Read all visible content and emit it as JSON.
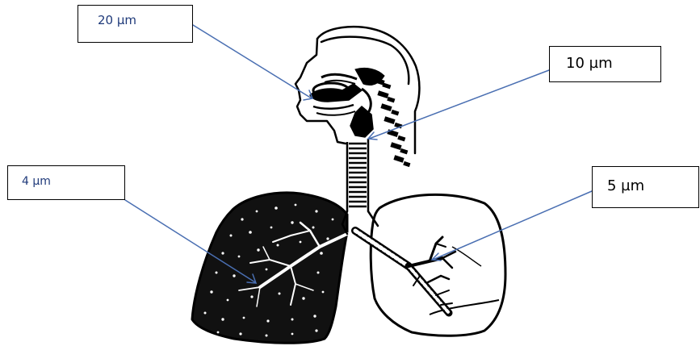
{
  "colors": {
    "leader_line": "#4a6fb2",
    "label_20_text": "#1f3a7a",
    "label_10_text": "#000000",
    "label_4_text": "#1f3a7a",
    "label_5_text": "#000000",
    "ink": "#000000"
  },
  "labels": {
    "nasal_cavity": "20 µm",
    "larynx": "10 µm",
    "alveoli": "4 µm",
    "bronchioles": "5 µm"
  }
}
